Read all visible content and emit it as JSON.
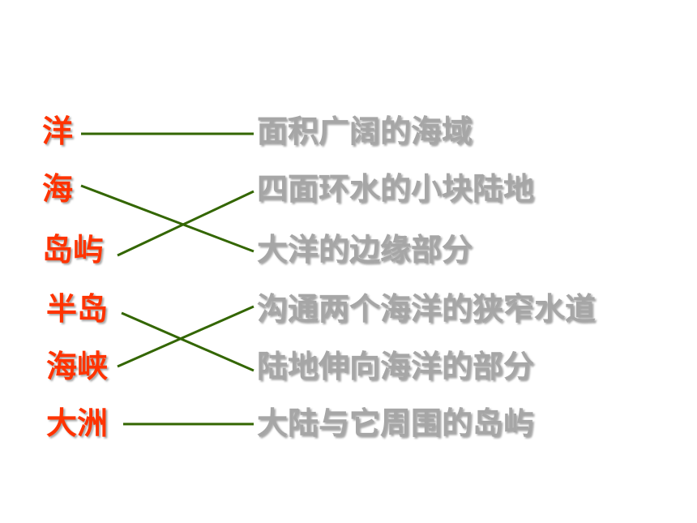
{
  "terms": [
    "洋",
    "海",
    "岛屿",
    "半岛",
    "海峡",
    "大洲"
  ],
  "definitions": [
    "面积广阔的海域",
    "四面环水的小块陆地",
    "大洋的边缘部分",
    "沟通两个海洋的狭窄水道",
    "陆地伸向海洋的部分",
    "大陆与它周围的岛屿"
  ],
  "links": [
    {
      "term": 0,
      "definition": 0
    },
    {
      "term": 1,
      "definition": 2
    },
    {
      "term": 2,
      "definition": 1
    },
    {
      "term": 3,
      "definition": 4
    },
    {
      "term": 4,
      "definition": 3
    },
    {
      "term": 5,
      "definition": 5
    }
  ],
  "colors": {
    "term_text": "#ff3300",
    "definition_text": "#a6a6a6",
    "link_line": "#336600"
  }
}
